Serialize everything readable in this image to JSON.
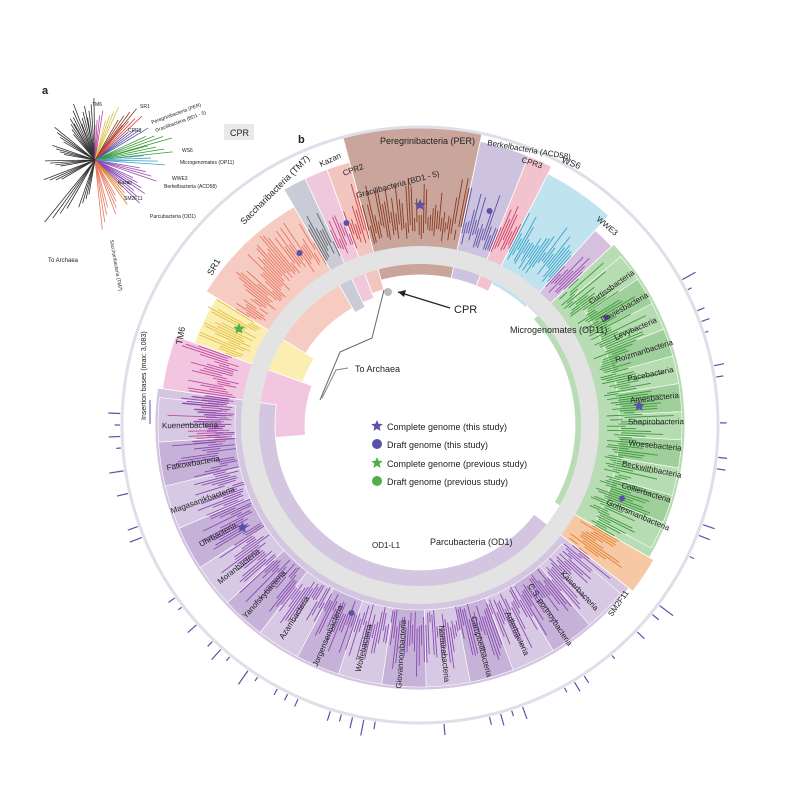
{
  "panel_labels": {
    "a": "a",
    "b": "b"
  },
  "cpr_box_label": "CPR",
  "cpr_pointer_label": "CPR",
  "to_archaea_label": "To Archaea",
  "inset": {
    "to_archaea_label": "To Archaea",
    "labels": {
      "tm6": "TM6",
      "sr1": "SR1",
      "peregrinibacteria": "Peregrinibacteria (PER)",
      "gracilibacteria": "Gracilibacteria (BD1 - 5)",
      "cpr3": "CPR3",
      "ws6": "WS6",
      "microgenomates": "Microgenomates (OP11)",
      "berkelbacteria": "Berkelbacteria (ACD58)",
      "wwe3": "WWE3",
      "kazan": "Kazan",
      "sm2f11": "SM2F11",
      "parcubacteria": "Parcubacteria (OD1)",
      "saccharibacteria": "Saccharibacteria (TM7)"
    }
  },
  "wedges": [
    {
      "id": "tm6",
      "label": "TM6",
      "color": "#f2c6e0"
    },
    {
      "id": "sr1",
      "label": "SR1",
      "color": "#fbeeb0"
    },
    {
      "id": "saccharibacteria",
      "label": "Saccharibacteria (TM7)",
      "color": "#f6cbc2"
    },
    {
      "id": "kazan",
      "label": "Kazan",
      "color": "#c9cbd6"
    },
    {
      "id": "cpr2",
      "label": "CPR2",
      "color": "#f0c8dc"
    },
    {
      "id": "gracilibacteria",
      "label": "Gracilibacteria (BD1 - 5)",
      "color": "#f3c5c0"
    },
    {
      "id": "peregrinibacteria",
      "label": "Peregrinibacteria (PER)",
      "color": "#c9a59b"
    },
    {
      "id": "berkelbacteria",
      "label": "Berkelbacteria (ACD58)",
      "color": "#cdc3de"
    },
    {
      "id": "cpr3",
      "label": "CPR3",
      "color": "#f2c2cf"
    },
    {
      "id": "ws6",
      "label": "WS6",
      "color": "#bfe4ef"
    },
    {
      "id": "wwe3",
      "label": "WWE3",
      "color": "#d7bfe0"
    },
    {
      "id": "microgenomates",
      "label": "Microgenomates (OP11)",
      "color": "#b8dcb4"
    },
    {
      "id": "sm2f11",
      "label": "SM2F11",
      "color": "#f6c9a4"
    },
    {
      "id": "parcubacteria",
      "label": "Parcubacteria (OD1)",
      "color": "#d4c5e1"
    }
  ],
  "microgenomates_subgroups": [
    "Curtissbacteria",
    "Daviesbacteria",
    "Levybacteria",
    "Roizmanbacteria",
    "Pacebacteria",
    "Amesbacteria",
    "Shapirobacteria",
    "Woesebacteria",
    "Beckwithbacteria",
    "Collierbacteria",
    "Gottesmanbacteria"
  ],
  "parcubacteria_subgroups": [
    "Kaiserbacteria",
    "C.S. portnoybacteria",
    "Adlerbacteria",
    "Campbellbacteria",
    "Nomurabacteria",
    "Giovannonibacteria",
    "Wolfebacteria",
    "Jorgensenbacteria",
    "Azambacteria",
    "Yanofskybacteria",
    "Moranbacteria",
    "Uhrbacteria",
    "Magasanikbacteria",
    "Falkowbacteria",
    "Kuenenbacteria"
  ],
  "dd1_label": "OD1-L1",
  "parcubacteria_center_label": "Parcubacteria (OD1)",
  "microgenomates_center_label": "Microgenomates (OP11)",
  "insertion_axis_label": "Insertion bases (max: 3,083)",
  "legend": [
    {
      "shape": "star",
      "color": "#5a52a8",
      "label": "Complete genome (this study)"
    },
    {
      "shape": "circle",
      "color": "#5a52a8",
      "label": "Draft genome (this study)"
    },
    {
      "shape": "star",
      "color": "#4fb04a",
      "label": "Complete genome (previous study)"
    },
    {
      "shape": "circle",
      "color": "#4fb04a",
      "label": "Draft genome (previous study)"
    }
  ],
  "colors": {
    "ring_outer": "#e2e2ea",
    "ring_inner": "#eaeaea",
    "this_study": "#5a52a8",
    "previous_study": "#4fb04a"
  }
}
